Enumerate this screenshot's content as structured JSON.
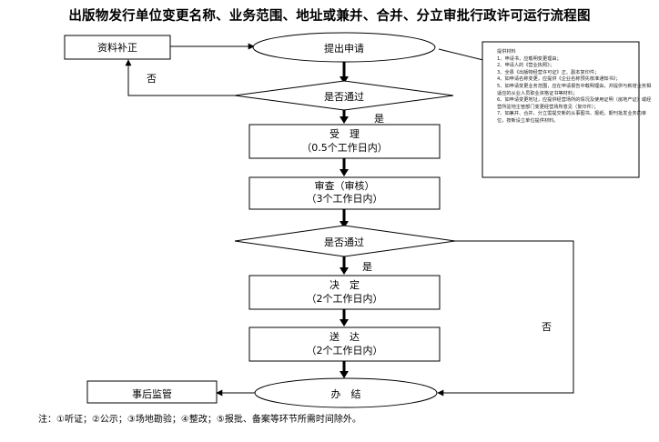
{
  "title": "出版物发行单位变更名称、业务范围、地址或兼并、合并、分立审批行政许可运行流程图",
  "nodes": {
    "materials_fix": "资料补正",
    "submit": "提出申请",
    "check1": "是否通过",
    "accept_title": "受　理",
    "accept_time": "（0.5个工作日内）",
    "review_title": "审查（审核）",
    "review_time": "（3个工作日内）",
    "check2": "是否通过",
    "decide_title": "决　定",
    "decide_time": "（2个工作日内）",
    "deliver_title": "送　达",
    "deliver_time": "（2个工作日内）",
    "finish": "办　结",
    "supervise": "事后监管"
  },
  "edge_labels": {
    "no1": "否",
    "yes1": "是",
    "yes2": "是",
    "no2": "否"
  },
  "note": {
    "heading": "提供材料",
    "items": [
      "1、申请书，应载明变更理由；",
      "2、申请人的《营业执照》；",
      "3、全县《出版物经营许可证》正、副本复印件；",
      "4、如申请名称变更，应提供《企业名称预先核准通知书》；",
      "5、如申请变更业务范围，应在申请报告中载明理由，并提供与新增业务相适应的从业人员职业资格证书等材料；",
      "6、如申请变更地址，应提供经营场所的情况及使用证明（房地产证）或经营所驻地主管部门变更经营场所意见（复印件）；",
      "7、如兼并、合并、分立需提交新的从事图书、报纸、期刊批发业务的单位，按新设立单位提供材料。"
    ]
  },
  "footnote": "注：①听证；②公示；③场地勘验；④整改；⑤报批、备案等环节所需时间除外。"
}
